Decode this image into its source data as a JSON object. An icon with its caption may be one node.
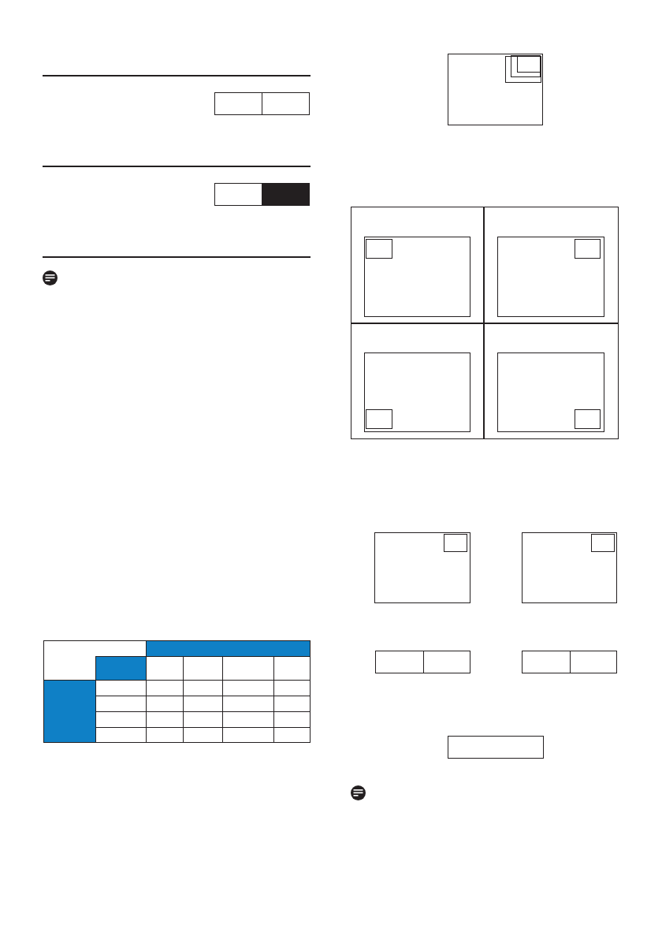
{
  "diagram": {
    "nodes": [
      {
        "text": [],
        "shape": "box"
      },
      {
        "text": [],
        "shape": "box"
      },
      {
        "text": [],
        "shape": "box"
      },
      {
        "text": [],
        "shape": "box"
      },
      {
        "text": [],
        "shape": "box"
      },
      {
        "text": [],
        "shape": "box",
        "in": 4
      },
      {
        "text": [],
        "shape": "box",
        "in": 5
      },
      {
        "text": [],
        "shape": "box",
        "in": 6
      },
      {
        "text": [],
        "shape": "box"
      },
      {
        "text": [],
        "shape": "box",
        "in": 8
      },
      {
        "text": [],
        "shape": "box",
        "in": 9
      },
      {
        "text": [],
        "shape": "box",
        "in": 8
      },
      {
        "text": [],
        "shape": "box",
        "in": 11
      },
      {
        "text": [],
        "shape": "box",
        "in": 8
      },
      {
        "text": [],
        "shape": "box",
        "in": 13
      },
      {
        "text": [],
        "shape": "box",
        "in": 8
      },
      {
        "text": [],
        "shape": "box",
        "in": 15
      },
      {
        "text": [],
        "shape": "box"
      },
      {
        "text": [],
        "shape": "box",
        "in": 17
      },
      {
        "text": [],
        "shape": "box"
      },
      {
        "text": [],
        "shape": "box",
        "in": 19
      },
      {
        "text": [],
        "shape": "box"
      },
      {
        "text": [],
        "shape": "box"
      },
      {
        "text": [],
        "shape": "box"
      },
      {
        "text": [],
        "shape": "box"
      },
      {
        "text": [],
        "shape": "box"
      }
    ]
  }
}
